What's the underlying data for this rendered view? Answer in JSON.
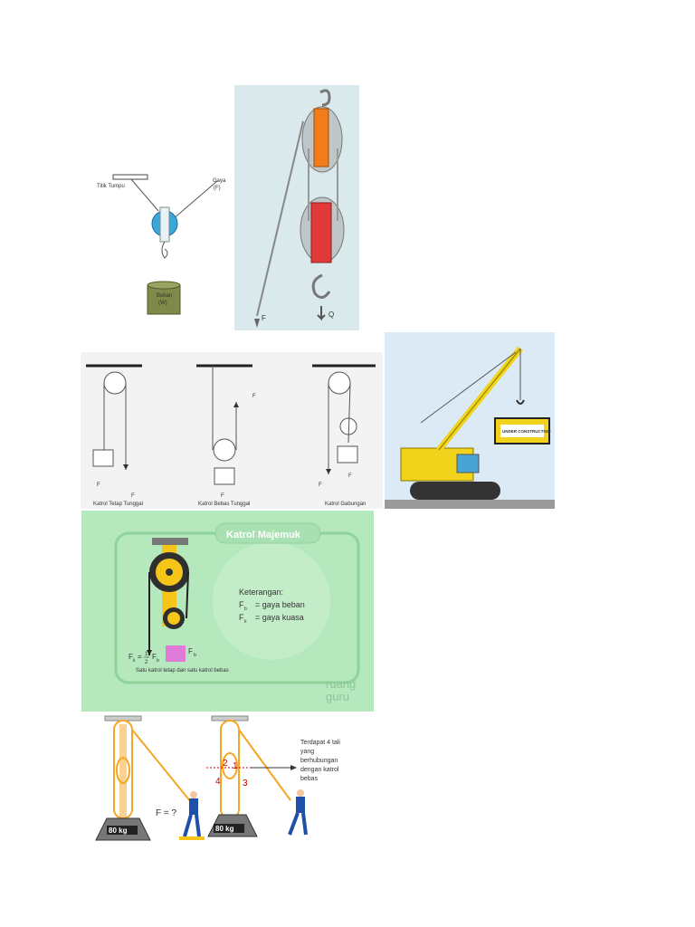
{
  "fig1": {
    "anchor_label": "Titik Tumpu",
    "force_label": "Gaya",
    "force_sub": "(F)",
    "load_label": "Beban",
    "load_sub": "(W)"
  },
  "fig2": {
    "force_label": "F",
    "load_label": "Q"
  },
  "fig3": {
    "panels": [
      {
        "caption": "Katrol Tetap Tunggal",
        "fb": "F",
        "fk": "F"
      },
      {
        "caption": "Katrol Bebas Tunggal",
        "fb": "F",
        "fk": "F"
      },
      {
        "caption": "Katrol Gabungan",
        "fb": "F",
        "fk": "F"
      }
    ]
  },
  "fig4": {
    "sign": "UNDER CONSTRUCTION"
  },
  "fig5": {
    "title": "Katrol Majemuk",
    "legend_heading": "Keterangan:",
    "legend": [
      {
        "sym": "F",
        "sub": "b",
        "text": "= gaya beban"
      },
      {
        "sym": "F",
        "sub": "k",
        "text": "= gaya kuasa"
      }
    ],
    "formula_left": "F",
    "formula_sub": "k",
    "formula_eq": "=",
    "formula_num": "1",
    "formula_den": "2",
    "formula_right": "F",
    "formula_right_sub": "b",
    "box_label": "F",
    "box_sub": "b",
    "caption": "Satu katrol tetap dan satu katrol bebas",
    "brand_1": "ruang",
    "brand_2": "guru"
  },
  "fig6": {
    "weight_left": "80 kg",
    "weight_right": "80 kg",
    "question": "F = ?",
    "n1": "1",
    "n2": "2",
    "n3": "3",
    "n4": "4",
    "note": [
      "Terdapat 4 tali",
      "yang",
      "berhubungan",
      "dengan katrol",
      "bebas"
    ]
  },
  "colors": {
    "green_bg": "#b6e8bd",
    "rope": "#f5a623",
    "yellow_crane": "#f0d31a",
    "blue_sky": "#dbeaf5"
  }
}
